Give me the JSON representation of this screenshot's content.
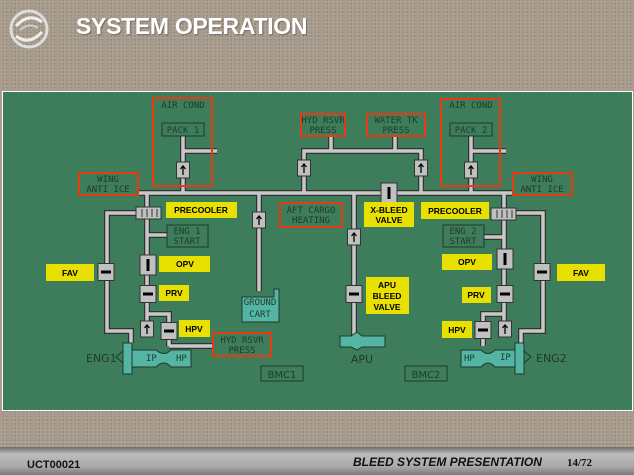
{
  "header": {
    "title": "SYSTEM OPERATION",
    "logo": "swirl-logo"
  },
  "footer": {
    "code": "UCT00021",
    "presentation": "BLEED SYSTEM PRESENTATION",
    "page": "14/72"
  },
  "diagram": {
    "left_air_cond": "AIR COND",
    "left_pack": "PACK 1",
    "right_air_cond": "AIR COND",
    "right_pack": "PACK 2",
    "top_hyd_1": "HYD RSVR",
    "top_hyd_2": "PRESS",
    "water_1": "WATER TK",
    "water_2": "PRESS",
    "left_wai_1": "WING",
    "left_wai_2": "ANTI ICE",
    "right_wai_1": "WING",
    "right_wai_2": "ANTI ICE",
    "aft_1": "AFT CARGO",
    "aft_2": "HEATING",
    "eng1_start_1": "ENG 1",
    "eng1_start_2": "START",
    "eng2_start_1": "ENG 2",
    "eng2_start_2": "START",
    "ground_1": "GROUND",
    "ground_2": "CART",
    "hyd_low_1": "HYD RSVR",
    "hyd_low_2": "PRESS",
    "eng1": "ENG1",
    "eng2": "ENG2",
    "ip": "IP",
    "hp": "HP",
    "apu": "APU",
    "bmc1": "BMC1",
    "bmc2": "BMC2",
    "labels": {
      "precooler_l": "PRECOOLER",
      "precooler_r": "PRECOOLER",
      "opv_l": "OPV",
      "opv_r": "OPV",
      "fav_l": "FAV",
      "fav_r": "FAV",
      "prv_l": "PRV",
      "prv_r": "PRV",
      "hpv_l": "HPV",
      "hpv_r": "HPV",
      "xbleed_1": "X-BLEED",
      "xbleed_2": "VALVE",
      "apu_1": "APU",
      "apu_2": "BLEED",
      "apu_3": "VALVE"
    },
    "colors": {
      "panel": "#3e7d5b",
      "highlight_box": "#e8e000",
      "callout_border": "#e83a10",
      "engine": "#55b5a5",
      "pipe": "#c8c8c8"
    }
  }
}
